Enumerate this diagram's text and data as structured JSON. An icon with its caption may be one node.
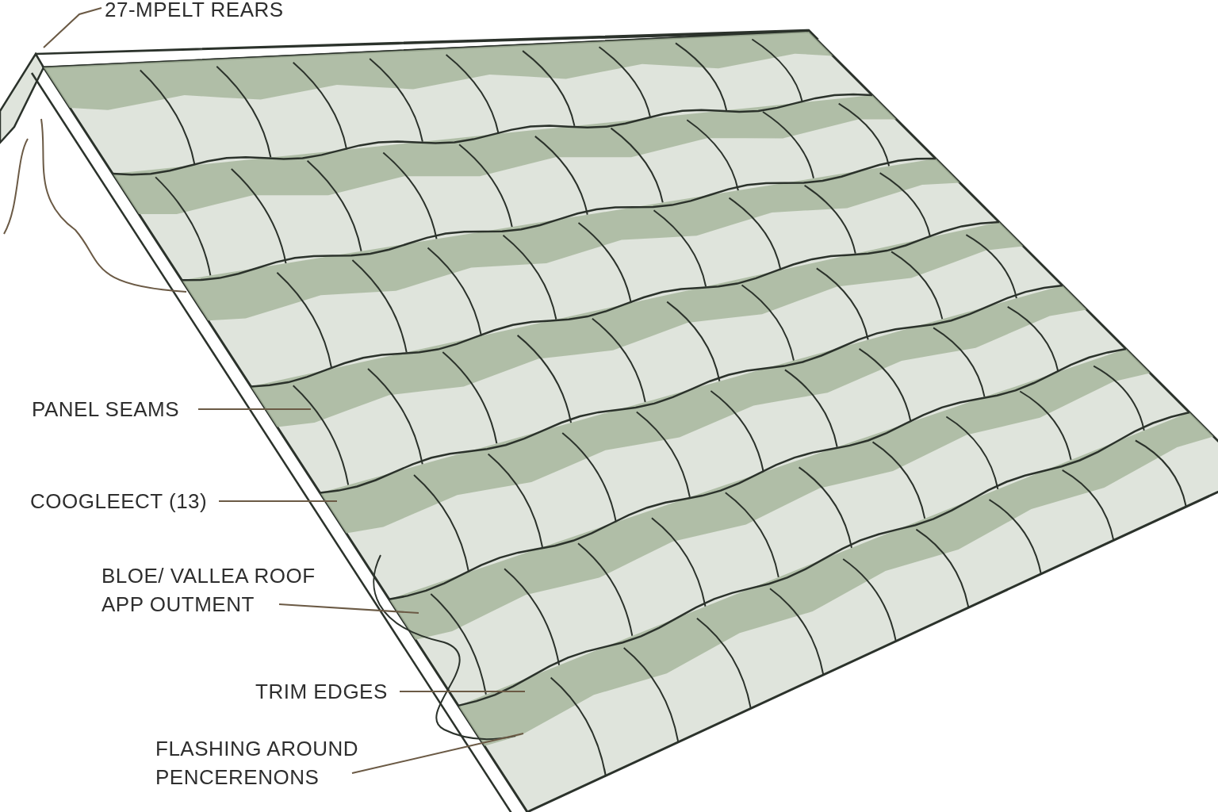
{
  "diagram": {
    "nodes": [
      {
        "text": [
          "27-MPELT REARS"
        ]
      },
      {
        "text": [
          "PANEL SEAMS"
        ]
      },
      {
        "text": [
          "COOGLEECT (13)"
        ]
      },
      {
        "text": [
          "BLOE/ VALLEA ROOF APP OUTMENT"
        ]
      },
      {
        "text": [
          "TRIM EDGES"
        ]
      },
      {
        "text": [
          "FLASHING AROUND PENCERENONS"
        ]
      }
    ],
    "edges": [
      {
        "from": 0,
        "to": null,
        "arrow": "none"
      },
      {
        "from": 1,
        "to": null,
        "arrow": "none"
      },
      {
        "from": 2,
        "to": null,
        "arrow": "none"
      },
      {
        "from": 3,
        "to": null,
        "arrow": "none"
      },
      {
        "from": 4,
        "to": null,
        "arrow": "none"
      },
      {
        "from": 5,
        "to": null,
        "arrow": "none"
      }
    ]
  }
}
